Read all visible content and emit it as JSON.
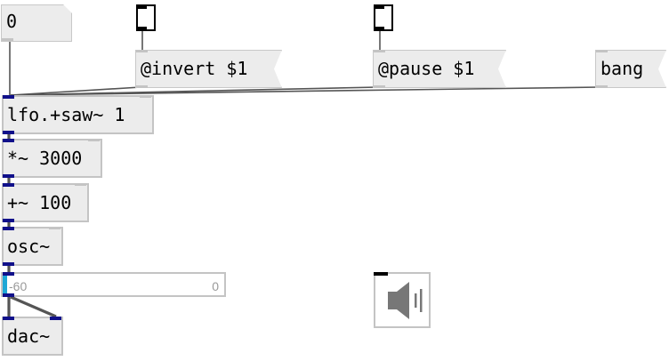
{
  "patch": {
    "number_box": {
      "value": "0"
    },
    "messages": {
      "invert": "@invert $1",
      "pause": "@pause $1",
      "bang": "bang"
    },
    "objects": {
      "lfo": "lfo.+saw~ 1",
      "mul": "*~ 3000",
      "add": "+~ 100",
      "osc": "osc~",
      "dac": "dac~"
    },
    "vu_meter": {
      "min_label": "-60",
      "max_label": "0",
      "level": 0.02
    },
    "speaker_icon": "speaker-icon",
    "colors": {
      "signal_port": "#10108a",
      "vu_fill": "#1fa7d6",
      "box_fill": "#ececec",
      "box_border": "#c8c8c8"
    }
  }
}
